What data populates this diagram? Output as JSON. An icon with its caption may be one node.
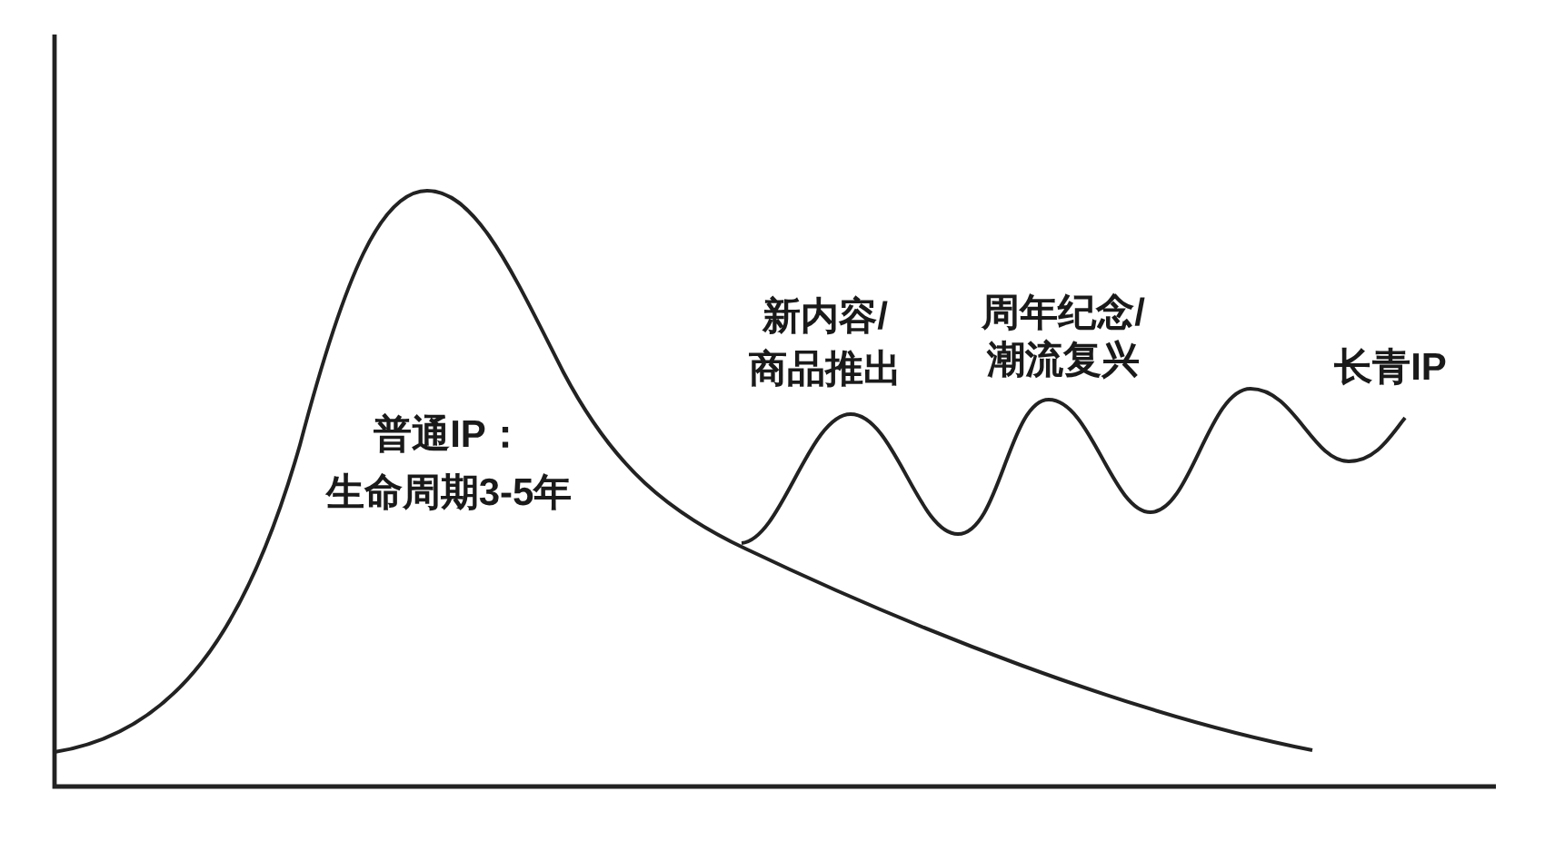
{
  "diagram": {
    "labels": [
      "普通IP：生命周期3-5年",
      "新内容/商品推出",
      "周年纪念/潮流复兴",
      "长青IP"
    ]
  }
}
